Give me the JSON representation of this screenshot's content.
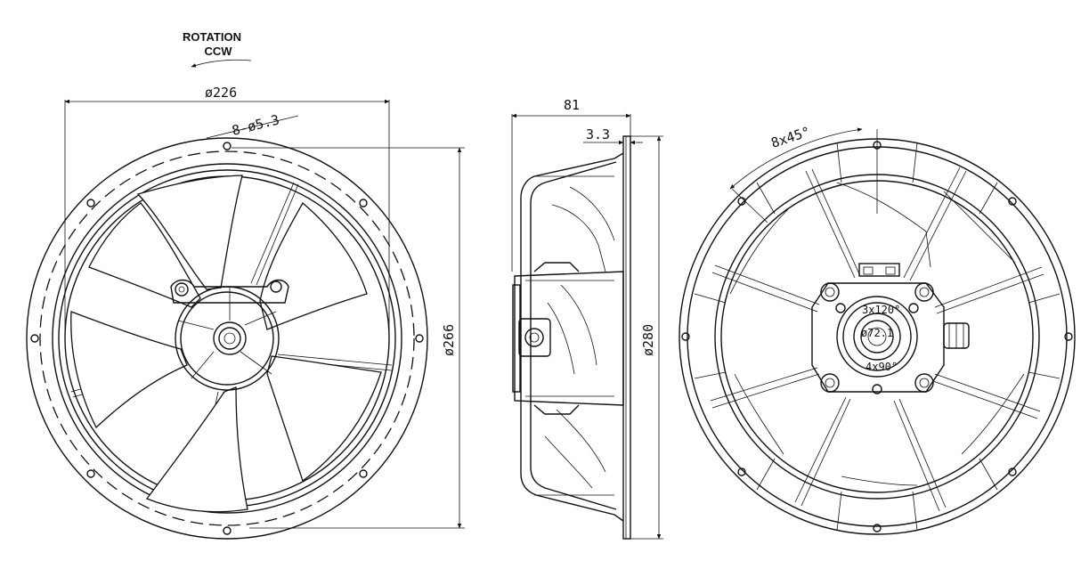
{
  "labels": {
    "rotation": "ROTATION",
    "direction": "CCW",
    "dia_226": "ø226",
    "holes": "8-ø5.3",
    "dia_266": "ø266",
    "depth": "81",
    "flange": "3.3",
    "dia_280": "ø280",
    "spokes": "8x45°",
    "mount_3": "3x120°",
    "hub_dia": "ø72.1",
    "mount_4": "4x90°"
  }
}
